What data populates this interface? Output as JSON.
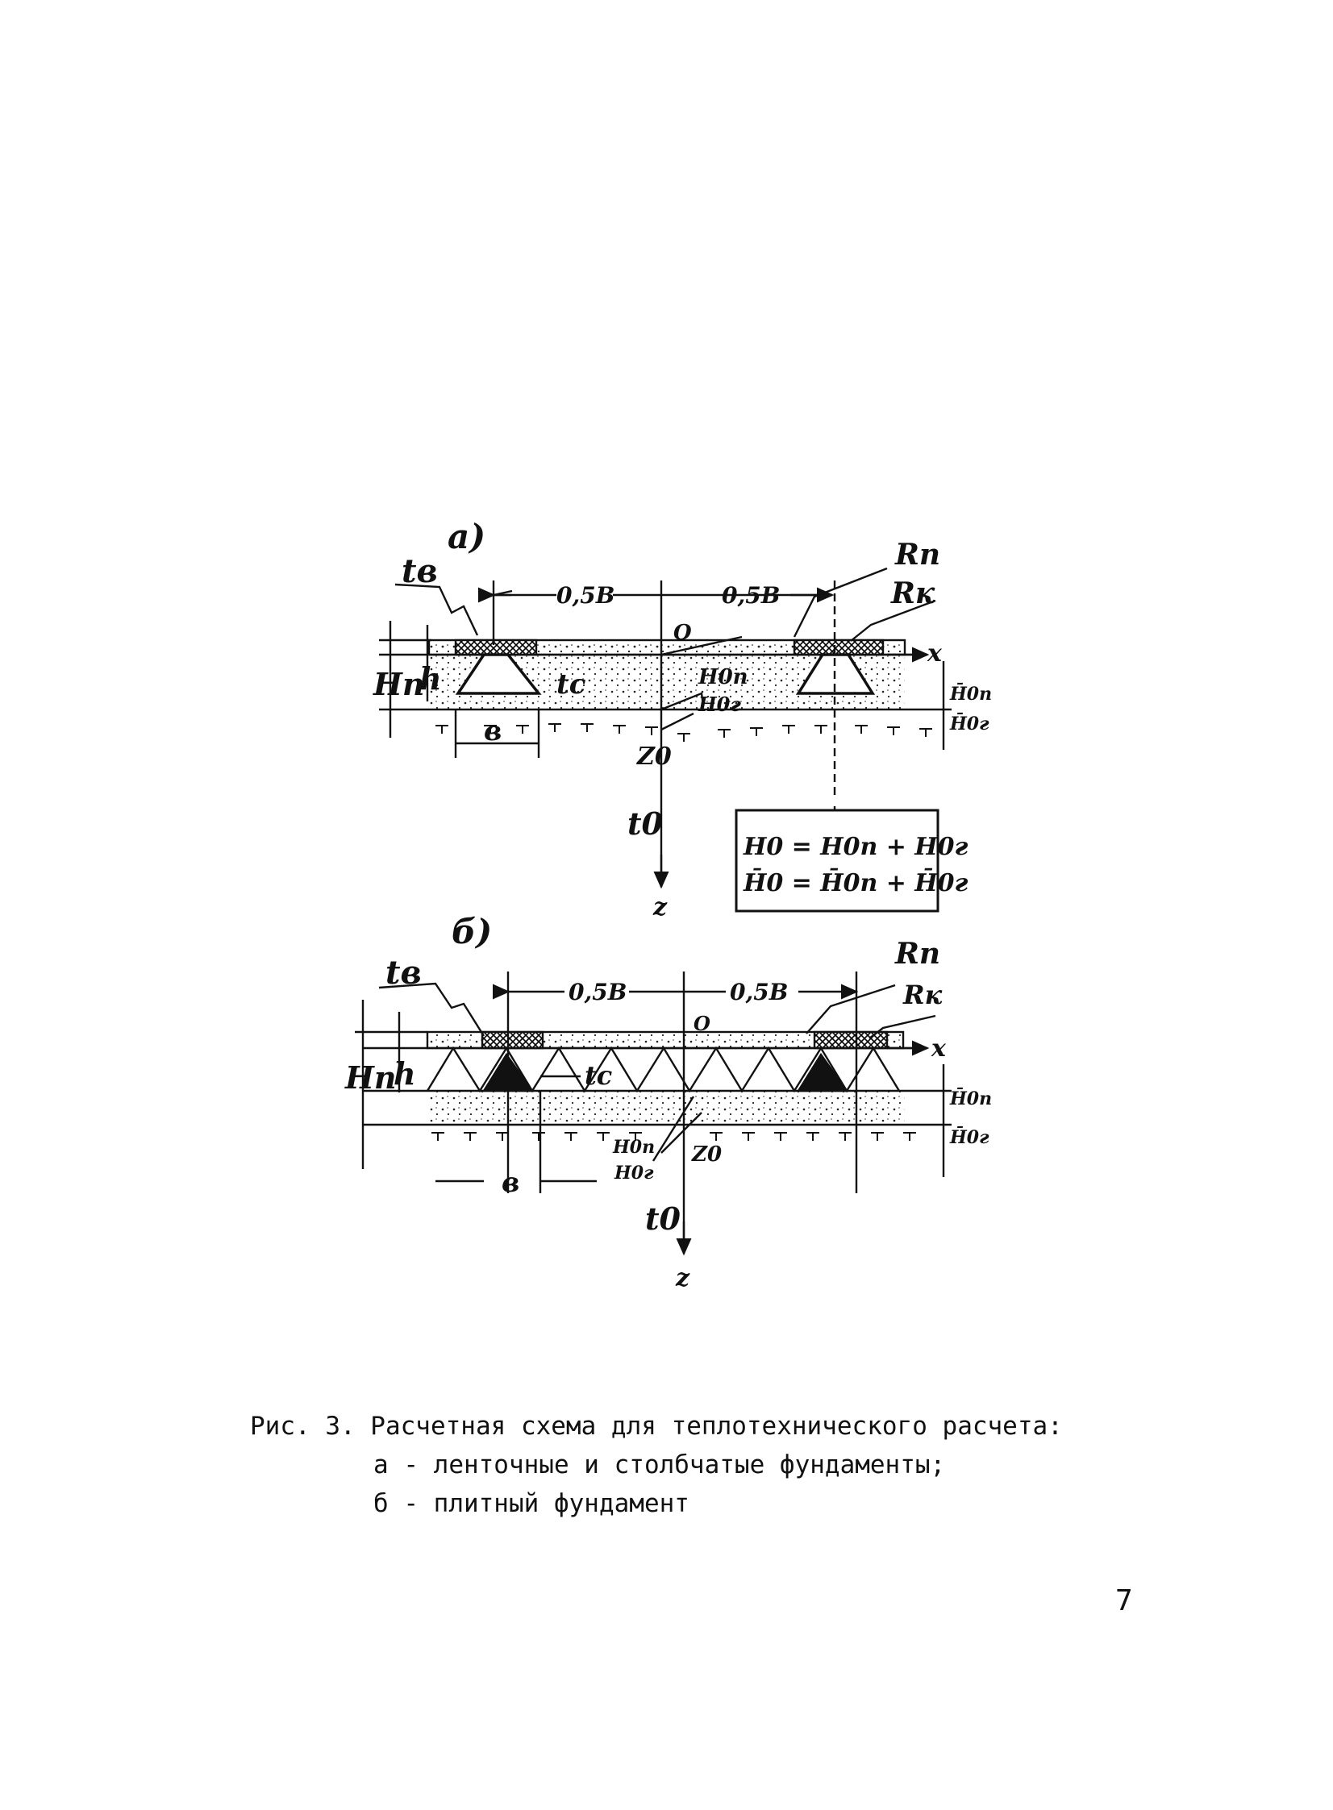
{
  "figure_a": {
    "panel_label": "а)",
    "t_v": "tв",
    "half_b_left": "0,5B",
    "half_b_right": "0,5B",
    "r_p": "Rп",
    "r_k": "Rк",
    "origin": "O",
    "x_axis": "x",
    "h_n": "Hп",
    "h": "h",
    "t_c": "tc",
    "b": "в",
    "h0_n": "H0п",
    "h0_g": "H0г",
    "h0_bar_n": "H̄0п",
    "h0_bar_g": "H̄0г",
    "z0": "Z0",
    "t0": "t0",
    "z_axis": "z",
    "formula_line1": "H0 = H0п + H0г",
    "formula_line2": "H̄0 = H̄0п + H̄0г"
  },
  "figure_b": {
    "panel_label": "б)",
    "t_v": "tв",
    "half_b_left": "0,5B",
    "half_b_right": "0,5B",
    "r_p": "Rп",
    "r_k": "Rк",
    "origin": "O",
    "x_axis": "x",
    "h_n": "Hп",
    "h": "h",
    "t_c": "tc",
    "b": "в",
    "h0_n": "H0п",
    "h0_g": "H0г",
    "h0_bar_n": "H̄0п",
    "h0_bar_g": "H̄0г",
    "z0": "Z0",
    "t0": "t0",
    "z_axis": "z"
  },
  "caption": {
    "line1": "Рис. 3. Расчетная схема для теплотехнического расчета:",
    "line2": "а - ленточные и столбчатые фундаменты;",
    "line3": "б - плитный фундамент"
  },
  "page_number": "7"
}
